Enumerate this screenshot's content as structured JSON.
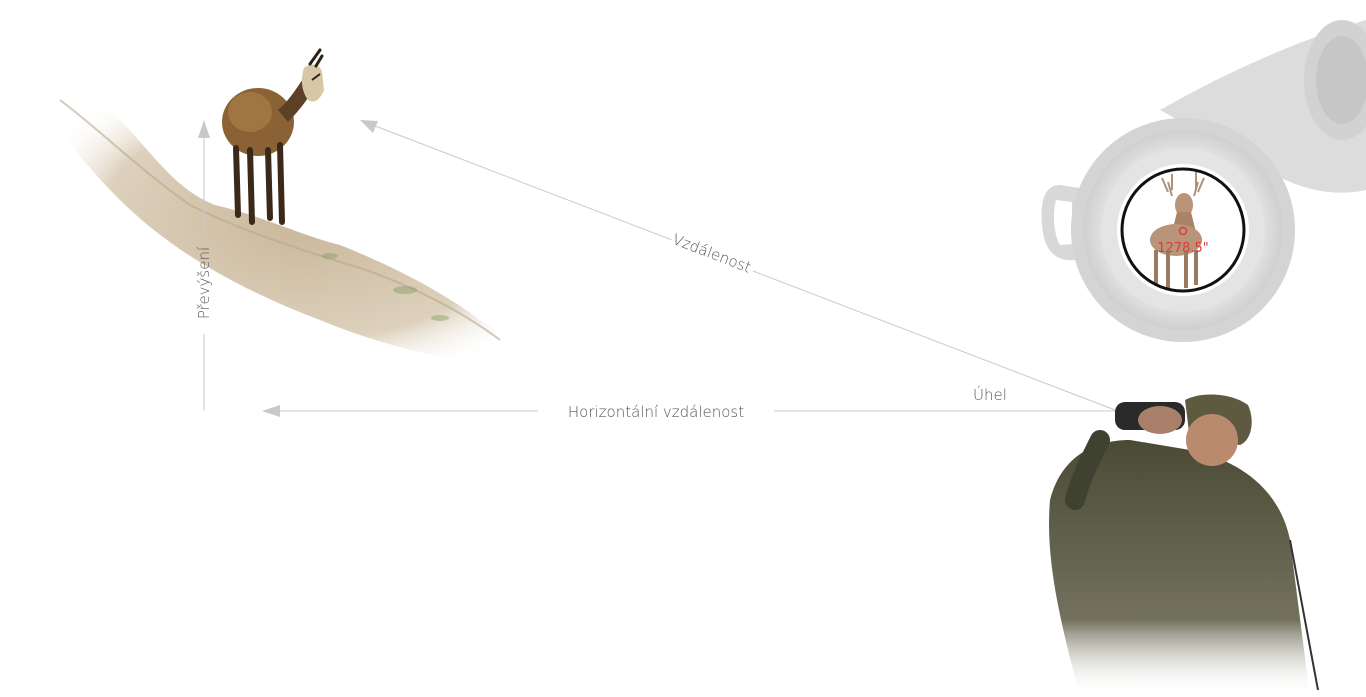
{
  "labels": {
    "distance": "Vzdálenost",
    "elevation": "Převýšení",
    "horizontal_distance": "Horizontální vzdálenost",
    "angle": "Úhel"
  },
  "viewfinder": {
    "readout": "1278.5\""
  },
  "colors": {
    "line": "#c8c8c8",
    "label": "#555555",
    "reticle": "#e0393e",
    "binocular": "#d6d6d6"
  }
}
